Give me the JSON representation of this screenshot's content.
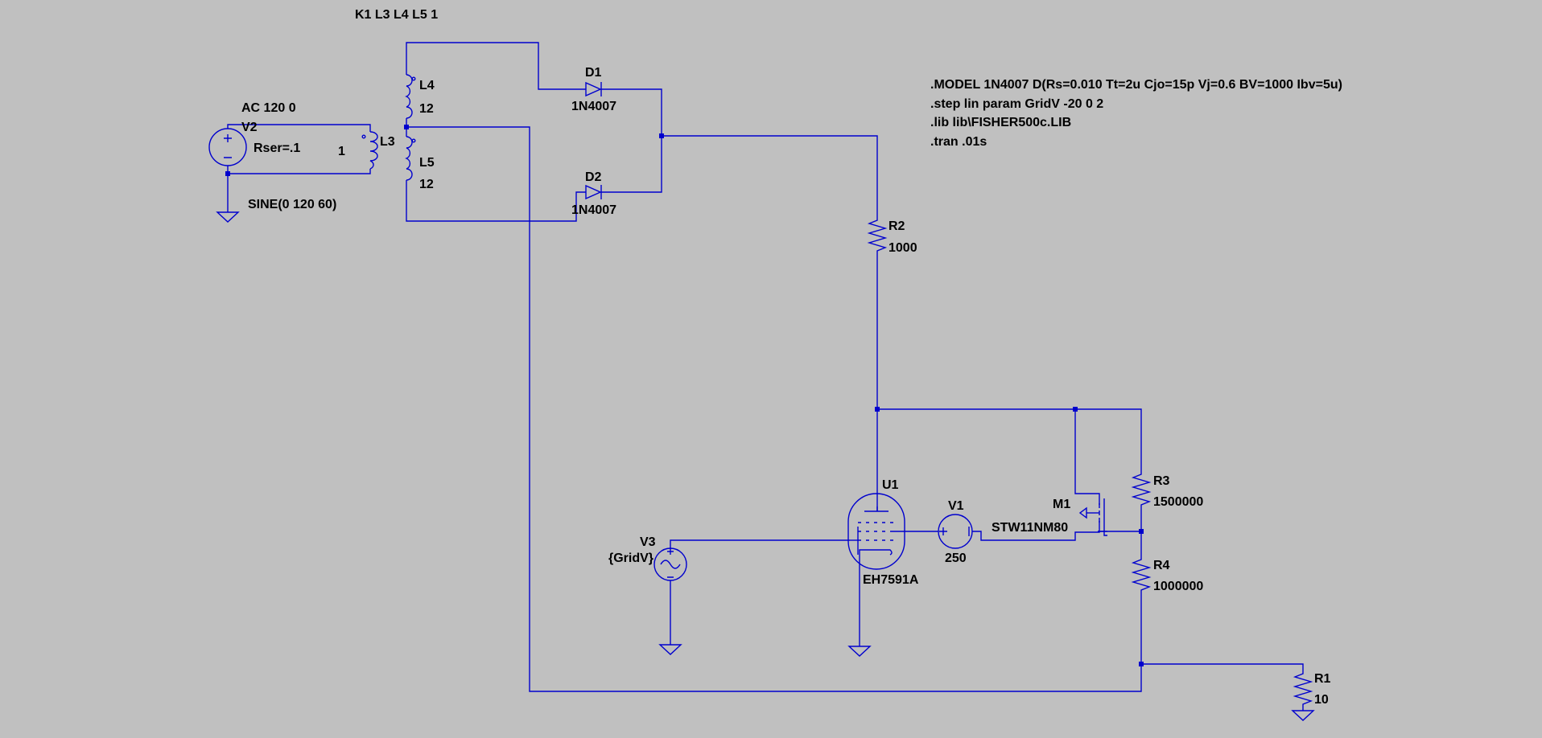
{
  "colors": {
    "background": "#c0c0c0",
    "wire": "#0000cd",
    "text": "#000000"
  },
  "directives": {
    "coupling": "K1 L3 L4 L5 1",
    "model": ".MODEL 1N4007 D(Rs=0.010 Tt=2u Cjo=15p Vj=0.6 BV=1000 Ibv=5u)",
    "step": ".step lin param GridV -20 0 2",
    "lib": ".lib lib\\FISHER500c.LIB",
    "tran": ".tran .01s"
  },
  "components": {
    "V2": {
      "name": "V2",
      "value": "SINE(0 120 60)",
      "ac": "AC 120 0",
      "rser": "Rser=.1",
      "icon": "voltage-source-icon"
    },
    "L3": {
      "name": "L3",
      "value": "1",
      "icon": "inductor-icon"
    },
    "L4": {
      "name": "L4",
      "value": "12",
      "icon": "inductor-icon"
    },
    "L5": {
      "name": "L5",
      "value": "12",
      "icon": "inductor-icon"
    },
    "D1": {
      "name": "D1",
      "value": "1N4007",
      "icon": "diode-icon"
    },
    "D2": {
      "name": "D2",
      "value": "1N4007",
      "icon": "diode-icon"
    },
    "R2": {
      "name": "R2",
      "value": "1000",
      "icon": "resistor-icon"
    },
    "R3": {
      "name": "R3",
      "value": "1500000",
      "icon": "resistor-icon"
    },
    "R4": {
      "name": "R4",
      "value": "1000000",
      "icon": "resistor-icon"
    },
    "R1": {
      "name": "R1",
      "value": "10",
      "icon": "resistor-icon"
    },
    "U1": {
      "name": "U1",
      "value": "EH7591A",
      "icon": "vacuum-tube-icon"
    },
    "V1": {
      "name": "V1",
      "value": "250",
      "icon": "voltage-source-icon"
    },
    "M1": {
      "name": "M1",
      "value": "STW11NM80",
      "icon": "mosfet-icon"
    },
    "V3": {
      "name": "V3",
      "value": "{GridV}",
      "icon": "sine-source-icon"
    }
  }
}
